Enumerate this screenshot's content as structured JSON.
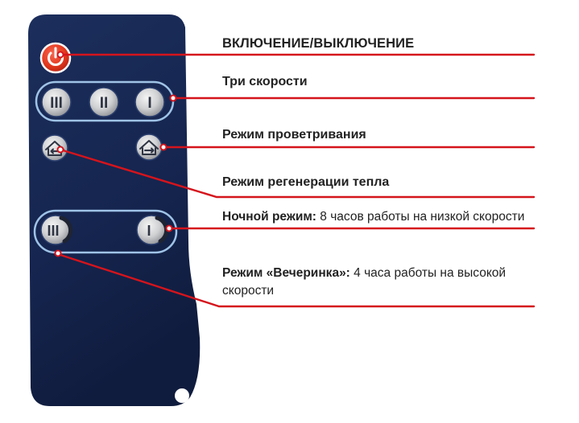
{
  "colors": {
    "accent_red": "#d5141c",
    "remote_navy": "#15254f",
    "button_ring": "#9fc3e6",
    "label_text": "#222222"
  },
  "remote": {
    "power_button_icon": "power-icon",
    "speed_buttons": [
      "III",
      "II",
      "I"
    ],
    "vent_buttons": [
      "house-exhaust-icon",
      "house-vent-icon"
    ],
    "night_buttons": [
      "III",
      "I"
    ]
  },
  "labels": {
    "power": "ВКЛЮЧЕНИЕ/ВЫКЛЮЧЕНИЕ",
    "speeds": "Три скорости",
    "vent": "Режим проветривания",
    "regen": "Режим регенерации тепла",
    "night_title": "Ночной режим:",
    "night_desc": "8 часов работы на низкой скорости",
    "party_title": "Режим «Вечеринка»:",
    "party_desc": "4 часа работы на высокой скорости"
  }
}
